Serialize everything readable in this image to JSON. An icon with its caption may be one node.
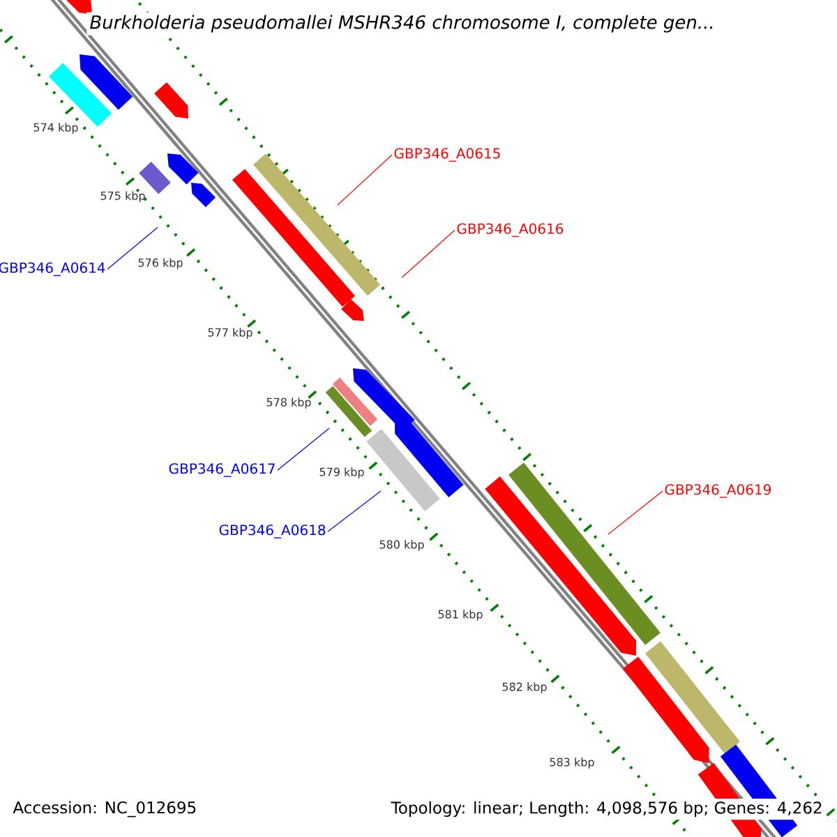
{
  "diagram": {
    "title": "Burkholderia pseudomallei MSHR346 chromosome I, complete gen...",
    "nodes": [
      {
        "text": [
          "GBP346_A0615"
        ]
      },
      {
        "text": [
          "GBP346_A0616"
        ]
      },
      {
        "text": [
          "GBP346_A0614"
        ]
      },
      {
        "text": [
          "GBP346_A0617"
        ]
      },
      {
        "text": [
          "GBP346_A0619"
        ]
      },
      {
        "text": [
          "GBP346_A0618"
        ]
      }
    ],
    "edges": [
      {
        "from": 0,
        "to": null,
        "arrow": "none",
        "color": "#ff0000"
      },
      {
        "from": 1,
        "to": null,
        "arrow": "none",
        "color": "#ff0000"
      },
      {
        "from": 2,
        "to": null,
        "arrow": "none",
        "color": "#0000ff"
      },
      {
        "from": 3,
        "to": null,
        "arrow": "none",
        "color": "#0000ff"
      },
      {
        "from": 4,
        "to": null,
        "arrow": "none",
        "color": "#ff0000"
      },
      {
        "from": 5,
        "to": null,
        "arrow": "none",
        "color": "#0000ff"
      }
    ],
    "labels": [
      "574 kbp",
      "575 kbp",
      "576 kbp",
      "577 kbp",
      "578 kbp",
      "579 kbp",
      "580 kbp",
      "581 kbp",
      "582 kbp",
      "583 kbp",
      "Accession: NC_012695",
      "Topology: linear; Length: 4,098,576 bp; Genes: 4,262"
    ]
  }
}
